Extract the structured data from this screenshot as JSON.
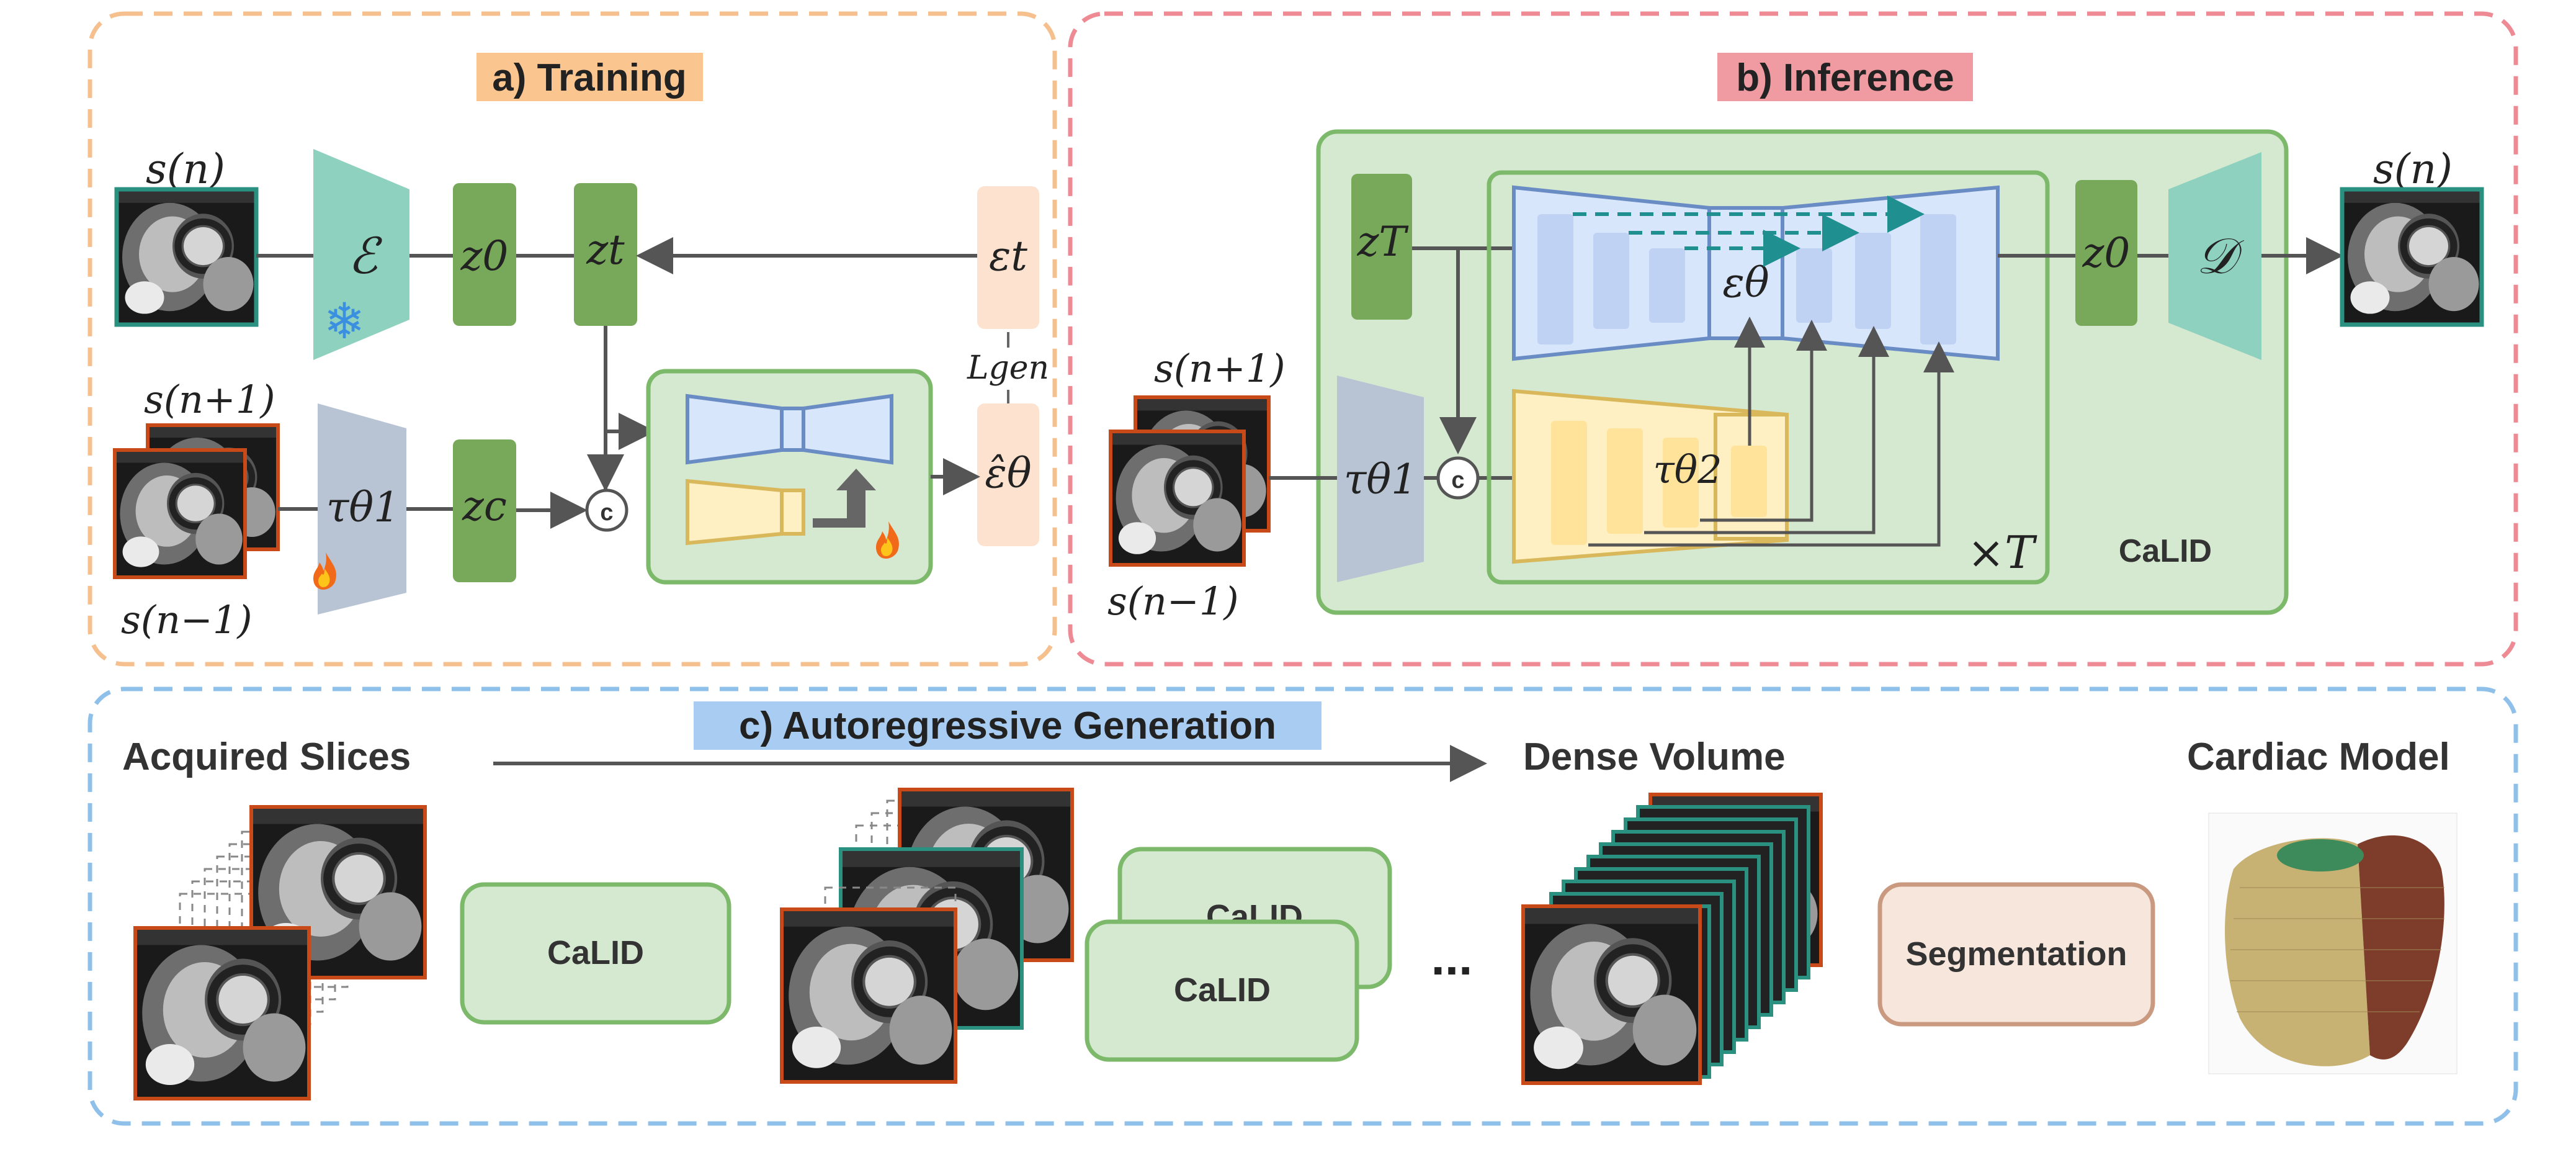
{
  "panels": {
    "training_title": "a) Training",
    "inference_title": "b) Inference",
    "autoregressive_title": "c) Autoregressive Generation"
  },
  "training": {
    "slice_top_label": "s(n)",
    "slice_next_label": "s(n+1)",
    "slice_prev_label": "s(n−1)",
    "encoder_label": "ℰ",
    "z0_label": "z0",
    "zt_label": "zt",
    "epsilon_t_label": "εt",
    "tau_label": "τθ1",
    "zc_label": "zc",
    "concat_label": "c",
    "loss_label": "Lgen",
    "epsilon_hat_label": "ε̂θ"
  },
  "inference": {
    "zT_label": "zT",
    "epsilon_theta_label": "εθ",
    "tau1_label": "τθ1",
    "tau2_label": "τθ2",
    "concat_label": "c",
    "times_T_label": "×T",
    "calid_label": "CaLID",
    "z0_label": "z0",
    "decoder_label": "𝒟",
    "slice_next_label": "s(n+1)",
    "slice_prev_label": "s(n−1)",
    "slice_out_label": "s(n)"
  },
  "autoregressive": {
    "acquired_label": "Acquired Slices",
    "dense_label": "Dense Volume",
    "cardiac_label": "Cardiac Model",
    "calid_box_1": "CaLID",
    "calid_box_2": "CaLID",
    "calid_box_3": "CaLID",
    "ellipsis": "...",
    "segmentation_label": "Segmentation"
  },
  "colors": {
    "training_border": "#f5c08e",
    "inference_border": "#ee8a93",
    "autoregressive_border": "#8fc0ea",
    "training_title_bg": "#fbc58f",
    "inference_title_bg": "#f09aa2",
    "autoregressive_title_bg": "#a9cdf2",
    "latent_green": "#78a85a",
    "light_green_fill": "#d5e8d0",
    "green_border": "#7db96a",
    "encoder_teal": "#8ed1be",
    "tau_grey": "#b8c4d4",
    "unet_blue_fill": "#d8e6fb",
    "unet_blue_border": "#6a8cc4",
    "tau2_yellow_fill": "#fff0c4",
    "tau2_yellow_border": "#d8b85a",
    "noise_peach": "#fde3cf",
    "seg_fill": "#f7e6dc",
    "seg_border": "#c99a80",
    "slice_orange": "#c84a18",
    "slice_teal": "#2a9080",
    "arrow_grey": "#555555",
    "dashed_teal": "#1f8f8f"
  }
}
